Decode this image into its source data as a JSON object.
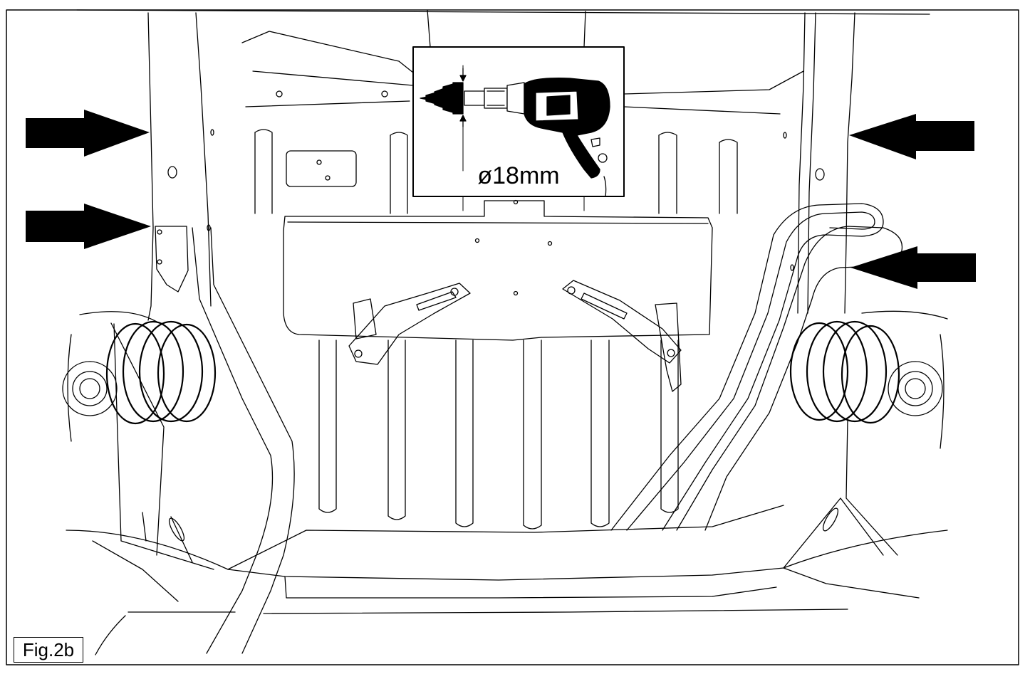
{
  "figure": {
    "label": "Fig.2b",
    "inset": {
      "caption": "ø18mm",
      "tool_icon": "drill-icon",
      "bit_icon": "step-drill-bit-icon"
    },
    "arrow_count": 4,
    "colors": {
      "line": "#000000",
      "background": "#ffffff",
      "arrow": "#000000"
    }
  }
}
